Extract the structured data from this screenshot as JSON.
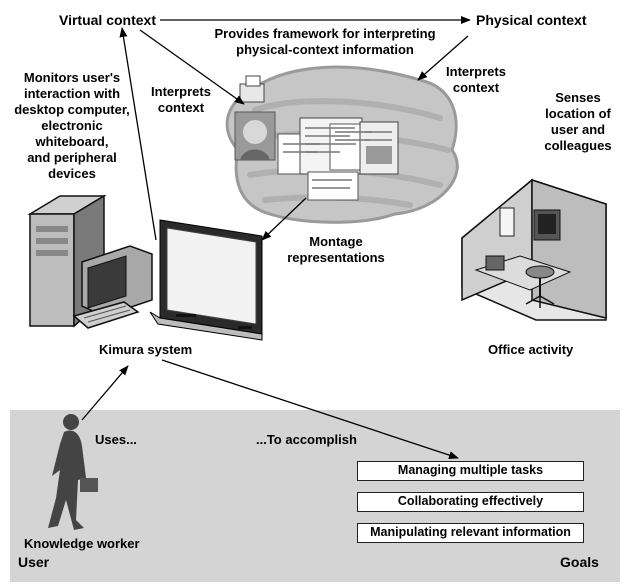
{
  "top_labels": {
    "virtual_context": "Virtual context",
    "physical_context": "Physical context",
    "framework_line1": "Provides framework for interpreting",
    "framework_line2": "physical-context information",
    "interprets_left_1": "Interprets",
    "interprets_left_2": "context",
    "interprets_right_1": "Interprets",
    "interprets_right_2": "context"
  },
  "monitors": [
    "Monitors user's",
    "interaction with",
    "desktop computer,",
    "electronic",
    "whiteboard,",
    "and peripheral",
    "devices"
  ],
  "senses": [
    "Senses",
    "location of",
    "user and",
    "colleagues"
  ],
  "montage": [
    "Montage",
    "representations"
  ],
  "kimura_system": "Kimura system",
  "office_activity": "Office activity",
  "bottom": {
    "uses": "Uses...",
    "to_accomplish": "...To accomplish",
    "knowledge_worker": "Knowledge worker",
    "user": "User",
    "goals_label": "Goals",
    "goals": [
      "Managing multiple tasks",
      "Collaborating effectively",
      "Manipulating relevant information"
    ]
  },
  "colors": {
    "panel": "#d4d4d4",
    "cloud": "#c8c8c8",
    "ink": "#000000"
  }
}
